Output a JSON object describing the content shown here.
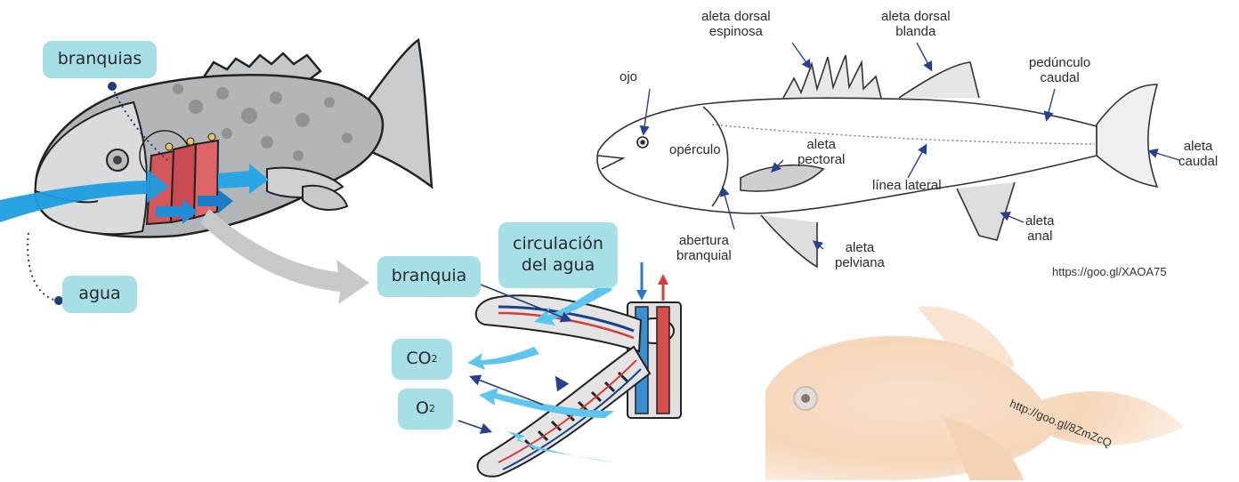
{
  "left_fish": {
    "labels": {
      "branquias": "branquias",
      "agua": "agua"
    }
  },
  "gill_detail": {
    "labels": {
      "branquia": "branquia",
      "circulacion_line1": "circulación",
      "circulacion_line2": "del agua",
      "co2_main": "CO",
      "co2_sub": "2",
      "o2_main": "O",
      "o2_sub": "2"
    }
  },
  "anatomy": {
    "labels": {
      "ojo": "ojo",
      "aleta_dorsal_espinosa_1": "aleta dorsal",
      "aleta_dorsal_espinosa_2": "espinosa",
      "aleta_dorsal_blanda_1": "aleta dorsal",
      "aleta_dorsal_blanda_2": "blanda",
      "pedunculo_1": "pedúnculo",
      "pedunculo_2": "caudal",
      "aleta_caudal_1": "aleta",
      "aleta_caudal_2": "caudal",
      "operculo": "opérculo",
      "aleta_pectoral_1": "aleta",
      "aleta_pectoral_2": "pectoral",
      "linea_lateral": "línea lateral",
      "aleta_anal_1": "aleta",
      "aleta_anal_2": "anal",
      "abertura_1": "abertura",
      "abertura_2": "branquial",
      "aleta_pelviana_1": "aleta",
      "aleta_pelviana_2": "pelviana"
    },
    "source_url": "https://goo.gl/XAOA75"
  },
  "goldfish": {
    "source_url": "http://goo.gl/8ZmZcQ"
  }
}
